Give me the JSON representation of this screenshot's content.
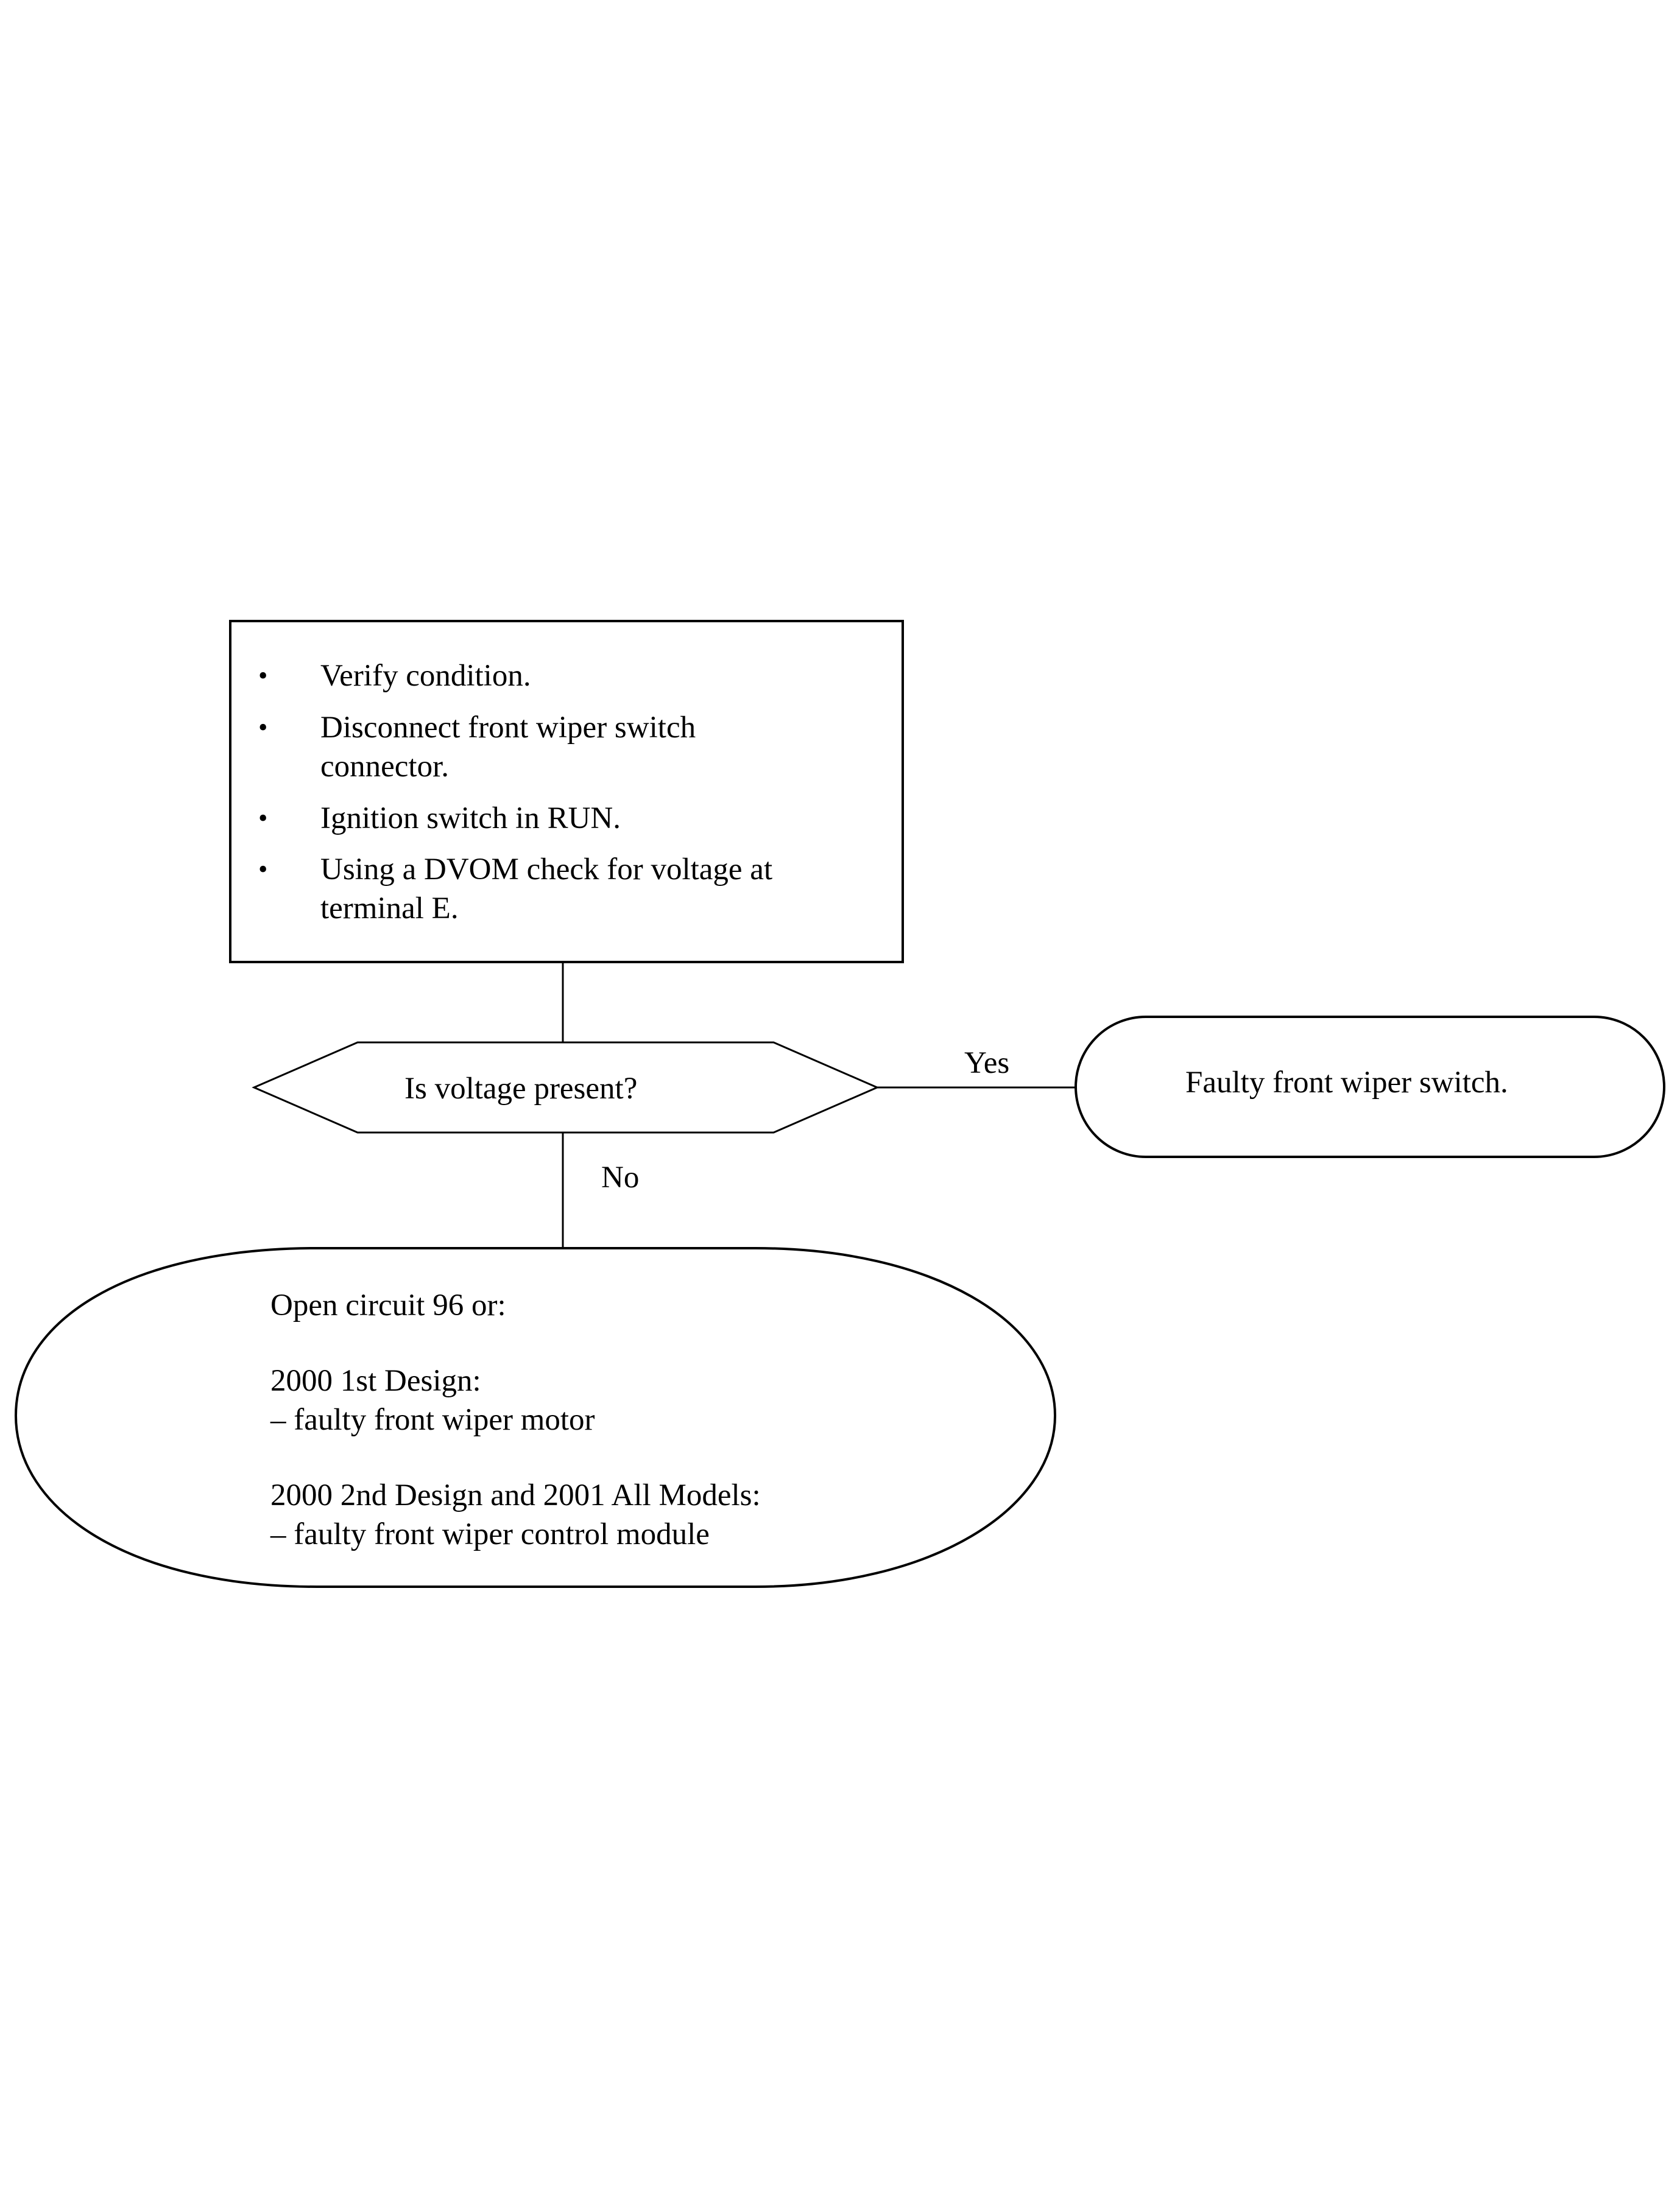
{
  "start_box": {
    "items": [
      "Verify condition.",
      "Disconnect front wiper switch connector.",
      "Ignition switch in RUN.",
      "Using a DVOM check for voltage at terminal E."
    ]
  },
  "decision": {
    "question": "Is voltage present?"
  },
  "edges": {
    "yes_label": "Yes",
    "no_label": "No"
  },
  "yes_result": {
    "text": "Faulty front wiper switch."
  },
  "no_result": {
    "line1": "Open circuit 96 or:",
    "group1_heading": "2000 1st Design:",
    "group1_item": "–  faulty front wiper motor",
    "group2_heading": "2000 2nd Design and 2001 All Models:",
    "group2_item": "–  faulty front wiper control module"
  }
}
